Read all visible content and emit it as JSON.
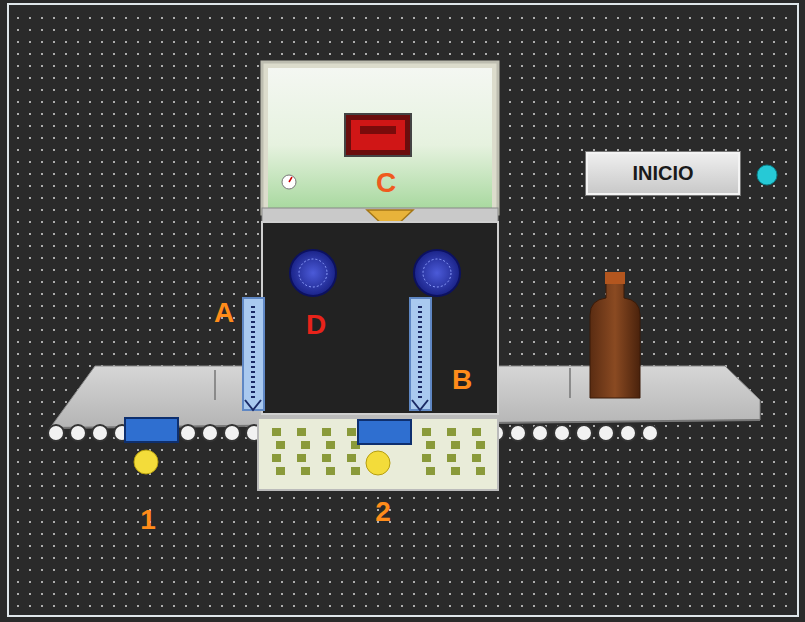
{
  "diagram": {
    "nodes": [
      {
        "text": [
          "INICIO"
        ]
      }
    ],
    "labels": [
      "C",
      "A",
      "D",
      "B",
      "1",
      "2"
    ]
  }
}
